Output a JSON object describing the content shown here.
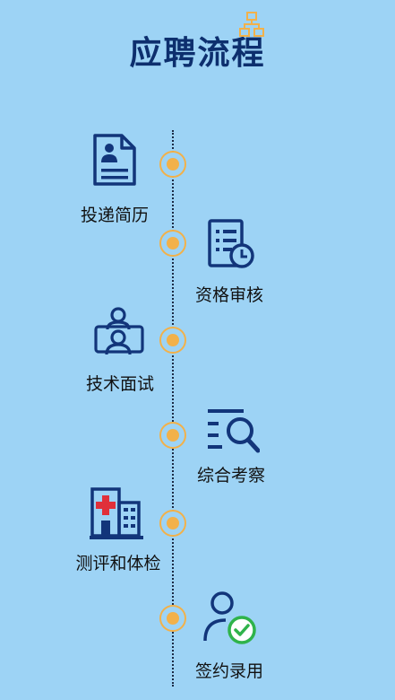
{
  "title": "应聘流程",
  "colors": {
    "background": "#9dd3f5",
    "title": "#0d2f6e",
    "icon": "#12357a",
    "node": "#f2b14a",
    "check": "#2fb34a",
    "cross": "#e0303a"
  },
  "steps": [
    {
      "label": "投递简历",
      "icon": "resume-icon",
      "side": "left"
    },
    {
      "label": "资格审核",
      "icon": "clipboard-clock-icon",
      "side": "right"
    },
    {
      "label": "技术面试",
      "icon": "interview-icon",
      "side": "left"
    },
    {
      "label": "综合考察",
      "icon": "search-list-icon",
      "side": "right"
    },
    {
      "label": "测评和体检",
      "icon": "hospital-icon",
      "side": "left"
    },
    {
      "label": "签约录用",
      "icon": "user-check-icon",
      "side": "right"
    }
  ]
}
